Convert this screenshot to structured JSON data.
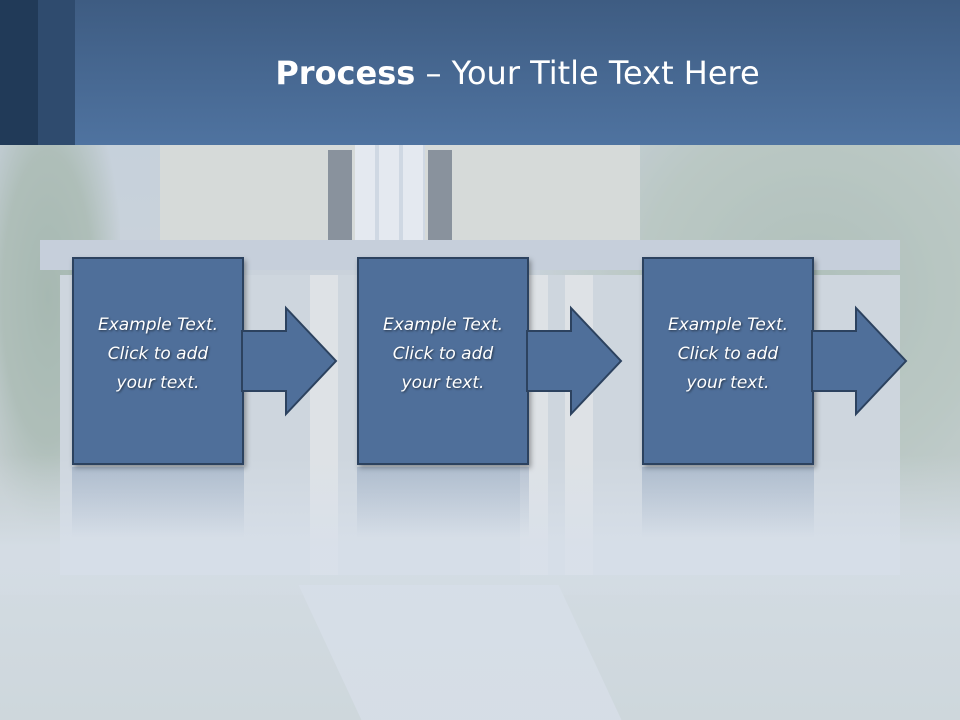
{
  "slide": {
    "title_bold": "Process",
    "title_rest": " – Your Title Text Here"
  },
  "steps": [
    {
      "line1": "Example Text.",
      "line2": "Click  to add",
      "line3": "your text."
    },
    {
      "line1": "Example Text.",
      "line2": "Click  to add",
      "line3": "your text."
    },
    {
      "line1": "Example Text.",
      "line2": "Click  to add",
      "line3": "your text."
    }
  ],
  "colors": {
    "header": "#4f73a0",
    "box_fill": "#4f6f9a",
    "box_border": "#2c425f",
    "text": "#ffffff"
  },
  "icons": {
    "connector": "right-arrow-icon"
  }
}
